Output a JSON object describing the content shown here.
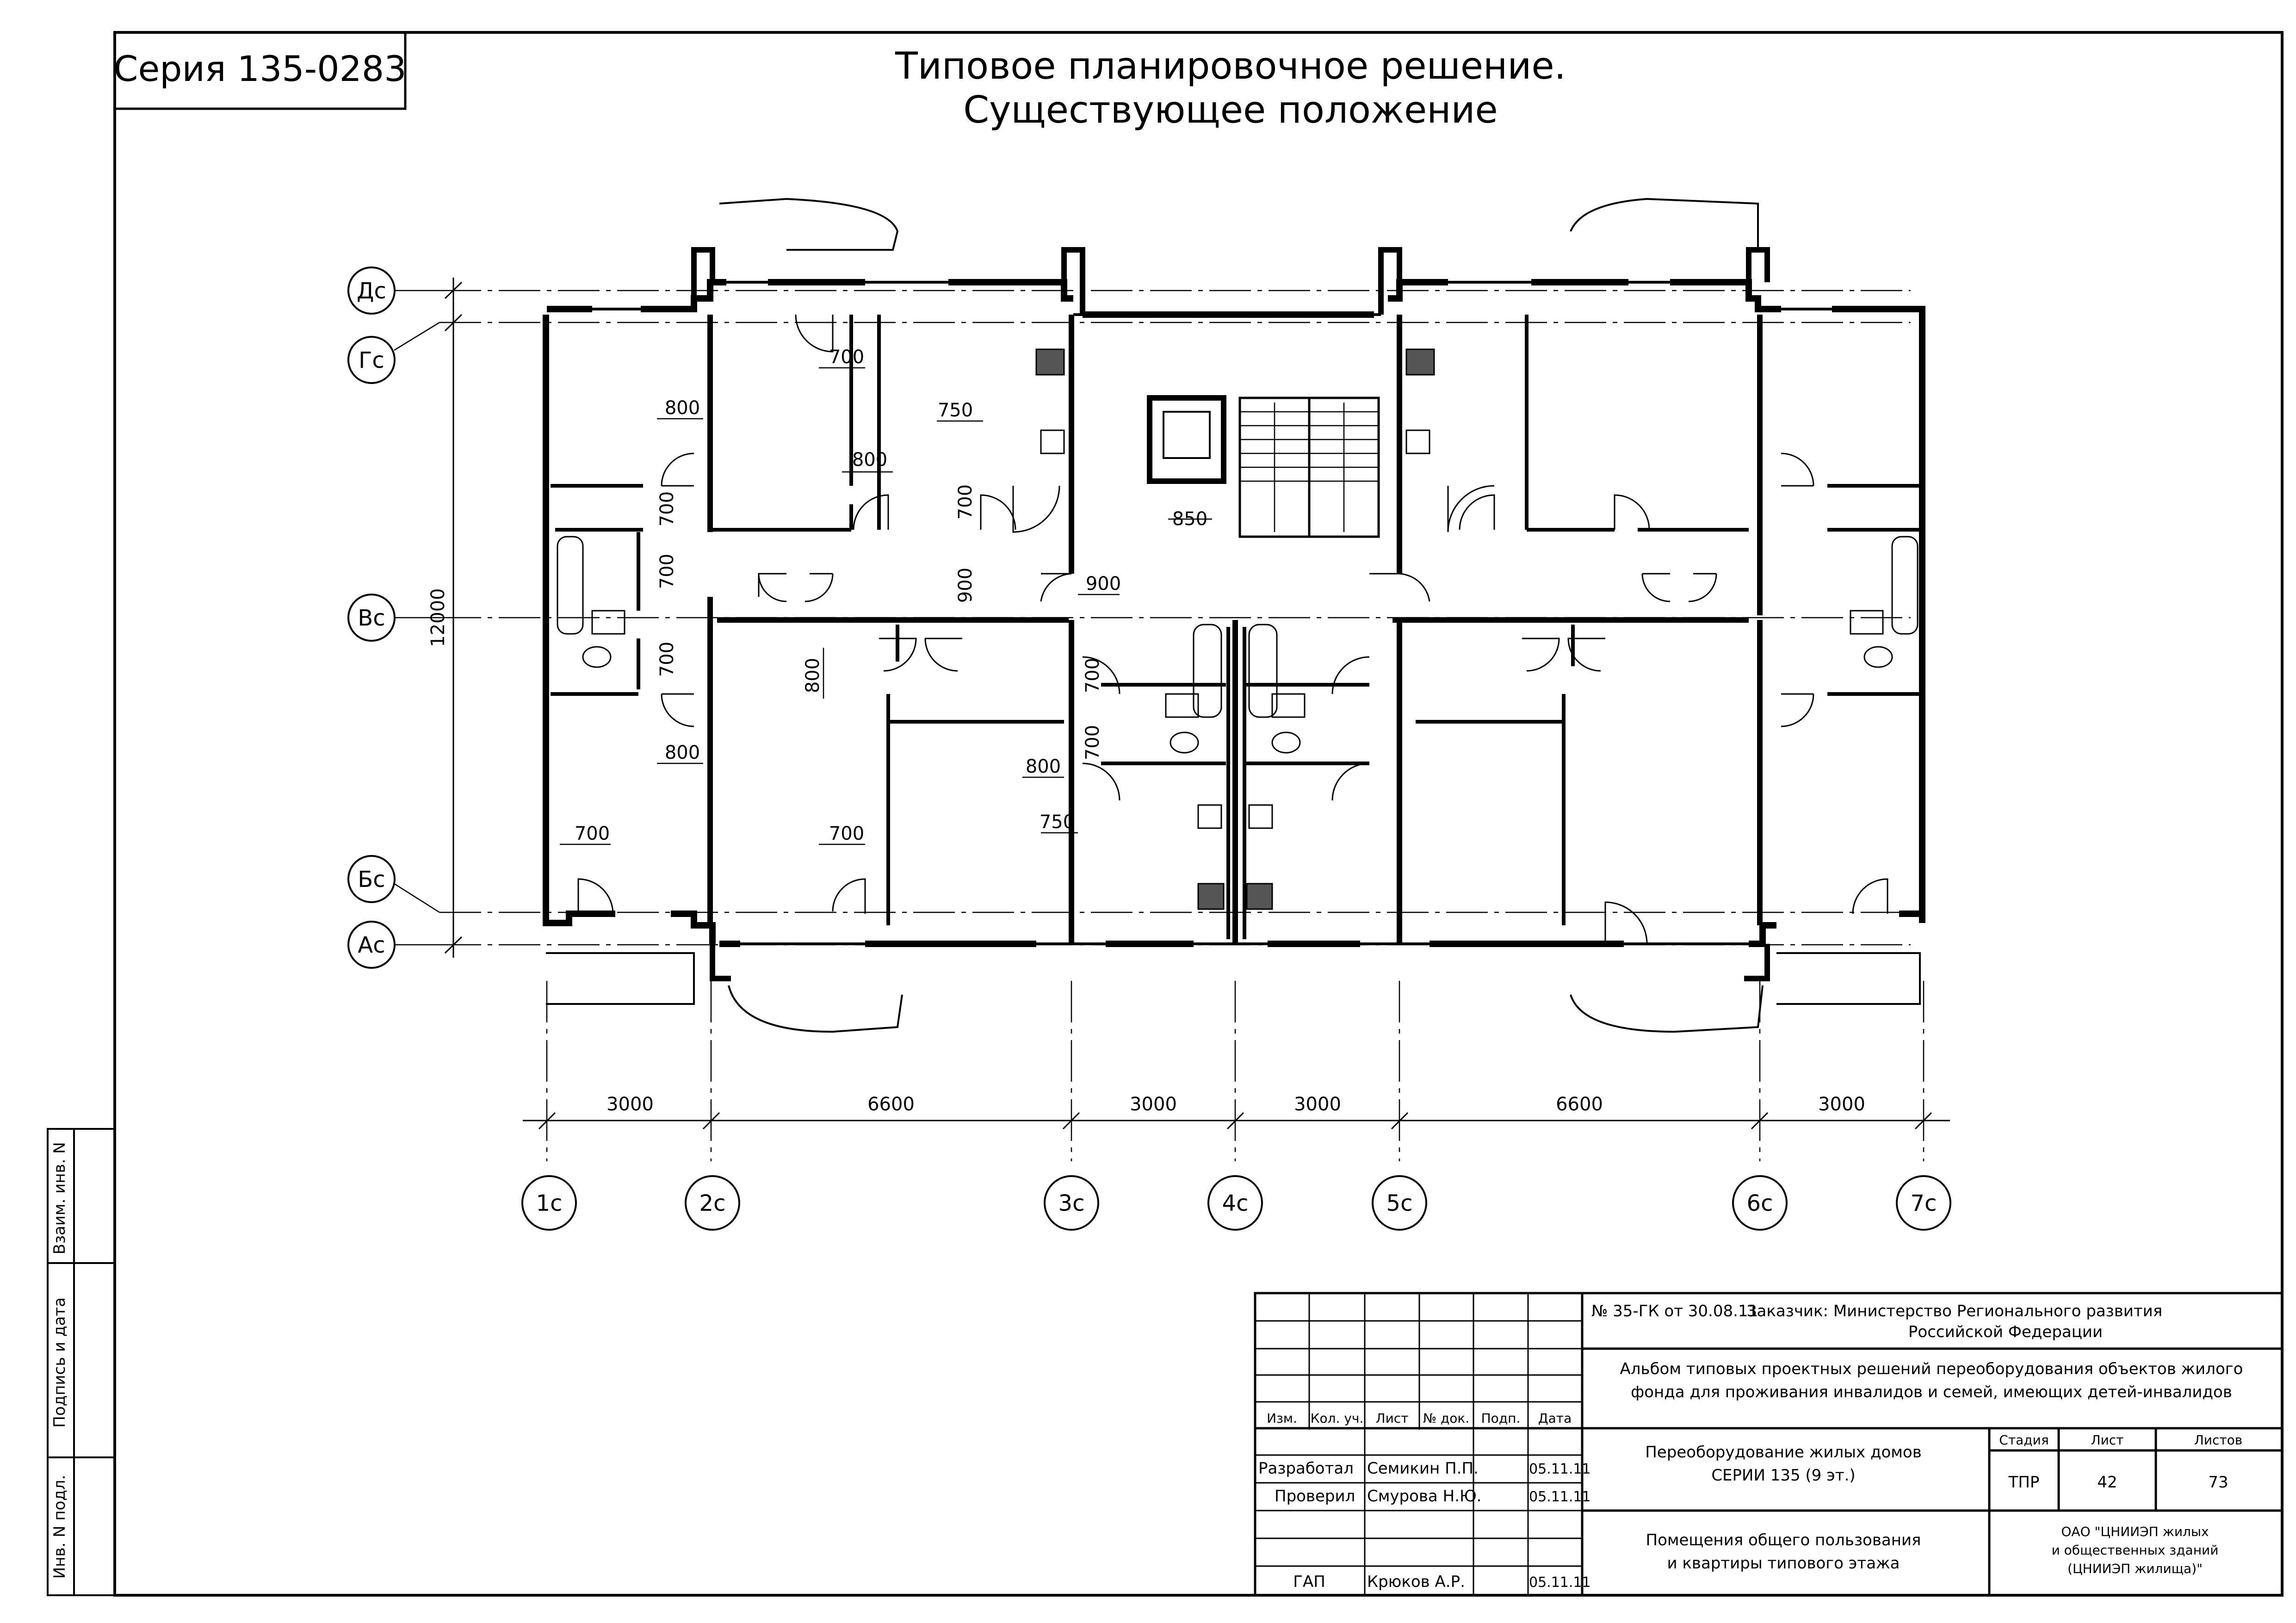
{
  "sheet": {
    "series": "Серия 135-0283",
    "title_line1": "Типовое планировочное решение.",
    "title_line2": "Существующее положение"
  },
  "plan": {
    "row_axes": [
      "Дс",
      "Гс",
      "Вс",
      "Бс",
      "Ас"
    ],
    "column_axes": [
      "1с",
      "2с",
      "3с",
      "4с",
      "5с",
      "6с",
      "7с"
    ],
    "overall_dimension": "12000",
    "column_spans": [
      "3000",
      "6600",
      "3000",
      "3000",
      "6600",
      "3000"
    ],
    "inner_dimensions": {
      "d700_a": "700",
      "d800_a": "800",
      "d750_a": "750",
      "d700_b": "700",
      "d800_b": "800",
      "d700_c": "700",
      "d700_d": "700",
      "d700_e": "700",
      "d850": "850",
      "d900_a": "900",
      "d900_b": "900",
      "d800_c": "800",
      "d800_d": "800",
      "d700_f": "700",
      "d700_g": "700",
      "d800_e": "800",
      "d750_b": "750",
      "d700_h": "700",
      "d700_i": "700"
    }
  },
  "side_stamp": {
    "inventory_exchange": "Взаим. инв. N",
    "signature_date": "Подпись и дата",
    "inventory_original": "Инв. N подл."
  },
  "title_block": {
    "contract": "№ 35-ГК от 30.08.11",
    "customer_line1": "Заказчик: Министерство Регионального развития",
    "customer_line2": "Российской Федерации",
    "album_line1": "Альбом типовых проектных решений переоборудования объектов жилого",
    "album_line2": "фонда для проживания инвалидов и семей, имеющих детей-инвалидов",
    "building_line1": "Переоборудование жилых домов",
    "building_line2": "СЕРИИ 135 (9 эт.)",
    "sheet_line1": "Помещения общего пользования",
    "sheet_line2": "и квартиры типового этажа",
    "stage_header": "Стадия",
    "sheet_header": "Лист",
    "sheets_header": "Листов",
    "stage": "ТПР",
    "sheet_no": "42",
    "sheets_total": "73",
    "org_line1": "ОАО \"ЦНИИЭП жилых",
    "org_line2": "и общественных зданий",
    "org_line3": "(ЦНИИЭП жилища)\"",
    "col_headers": [
      "Изм.",
      "Кол. уч.",
      "Лист",
      "№ док.",
      "Подп.",
      "Дата"
    ],
    "roles": [
      "Разработал",
      "Проверил",
      "ГАП"
    ],
    "names": [
      "Семикин П.П.",
      "Смурова Н.Ю.",
      "Крюков А.Р."
    ],
    "dates": [
      "05.11.11",
      "05.11.11",
      "05.11.11"
    ]
  }
}
